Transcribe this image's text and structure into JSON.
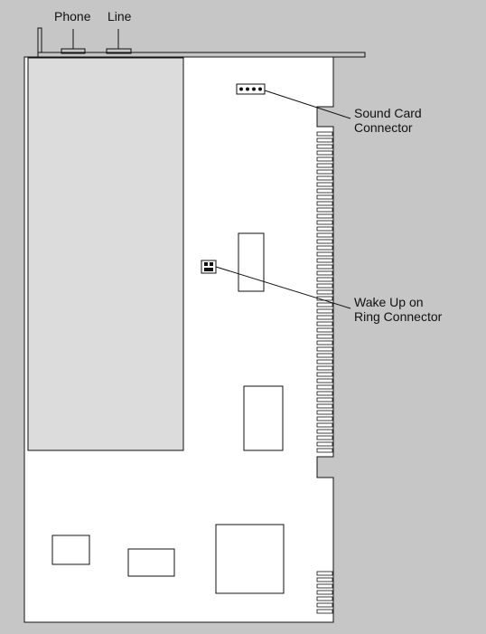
{
  "labels": {
    "phone": "Phone",
    "line": "Line",
    "sound_card_1": "Sound Card",
    "sound_card_2": "Connector",
    "wake_up_1": "Wake Up on",
    "wake_up_2": "Ring Connector"
  },
  "colors": {
    "background": "#c6c6c6",
    "board": "#ffffff",
    "shield": "#dcdcdc",
    "outline": "#111111"
  }
}
